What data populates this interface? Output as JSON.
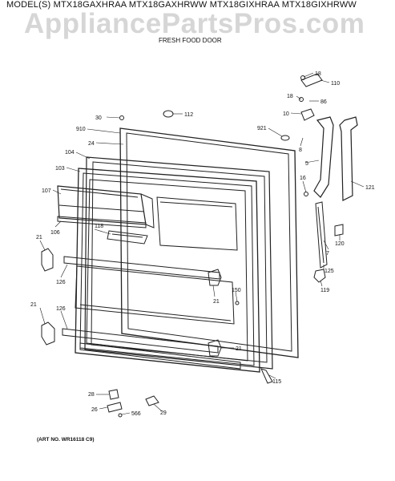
{
  "header": {
    "models": "MODEL(S) MTX18GAXHRAA  MTX18GAXHRWW  MTX18GIXHRAA  MTX18GIXHRWW",
    "watermark": "AppliancePartsPros.com",
    "subtitle": "FRESH FOOD DOOR"
  },
  "footer": {
    "art_no": "(ART NO. WR16118 C9)"
  },
  "callouts": {
    "c18a": "18",
    "c110": "110",
    "c18b": "18",
    "c86": "86",
    "c10": "10",
    "c30": "30",
    "c112": "112",
    "c910": "910",
    "c24": "24",
    "c921": "921",
    "c8": "8",
    "c104": "104",
    "c5": "5",
    "c103": "103",
    "c16": "16",
    "c121": "121",
    "c107": "107",
    "c118": "118",
    "c106": "106",
    "c7": "7",
    "c120": "120",
    "c21a": "21",
    "c126a": "126",
    "c125": "125",
    "c150": "150",
    "c119": "119",
    "c21b": "21",
    "c21c": "21",
    "c126b": "126",
    "c21d": "21",
    "c115": "115",
    "c28": "28",
    "c26": "26",
    "c566": "566",
    "c29": "29"
  }
}
